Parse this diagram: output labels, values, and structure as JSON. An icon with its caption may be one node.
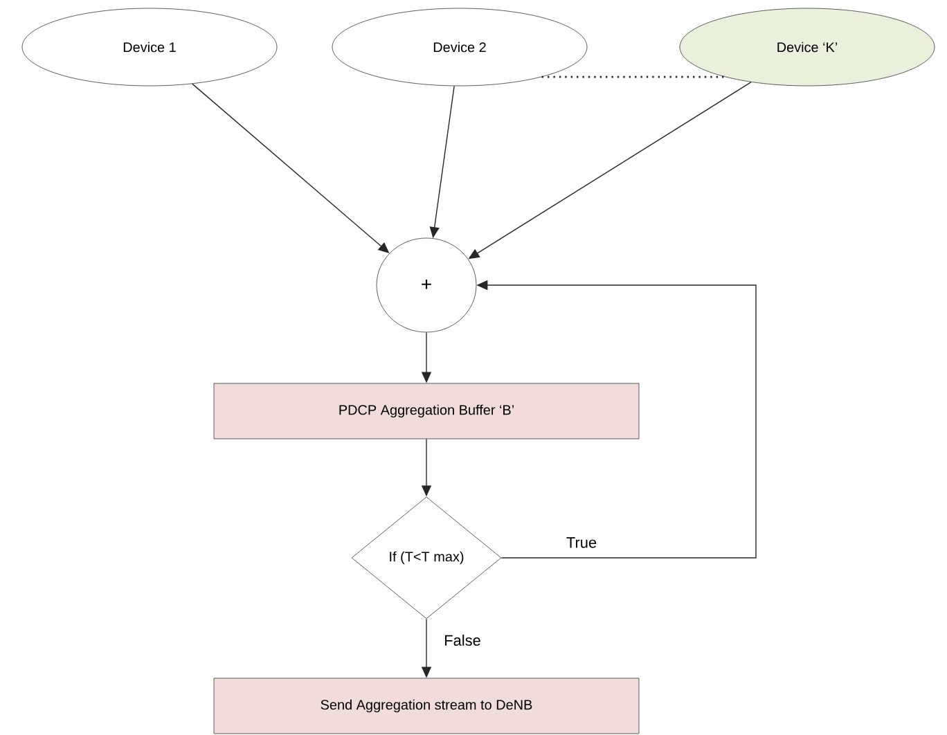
{
  "diagram": {
    "nodes": [
      {
        "text": [
          "Device 1"
        ]
      },
      {
        "text": [
          "Device 2"
        ]
      },
      {
        "text": [
          "Device ‘K’"
        ]
      },
      {
        "text": [
          "+"
        ]
      },
      {
        "text": [
          "PDCP Aggregation Buffer ‘B’"
        ]
      },
      {
        "text": [
          "If (T<T max)"
        ]
      },
      {
        "text": [
          "Send Aggregation stream to DeNB"
        ]
      }
    ],
    "edges": [
      {
        "from": 0,
        "to": 3,
        "arrow": "to"
      },
      {
        "from": 1,
        "to": 3,
        "arrow": "to"
      },
      {
        "from": 2,
        "to": 3,
        "arrow": "to"
      },
      {
        "from": 1,
        "to": 2,
        "arrow": "none",
        "style": "dashed"
      },
      {
        "from": 3,
        "to": 4,
        "arrow": "to"
      },
      {
        "from": 4,
        "to": 5,
        "arrow": "to"
      },
      {
        "from": 5,
        "to": 3,
        "arrow": "to",
        "label": "True"
      },
      {
        "from": 5,
        "to": 6,
        "arrow": "to",
        "label": "False"
      }
    ]
  }
}
